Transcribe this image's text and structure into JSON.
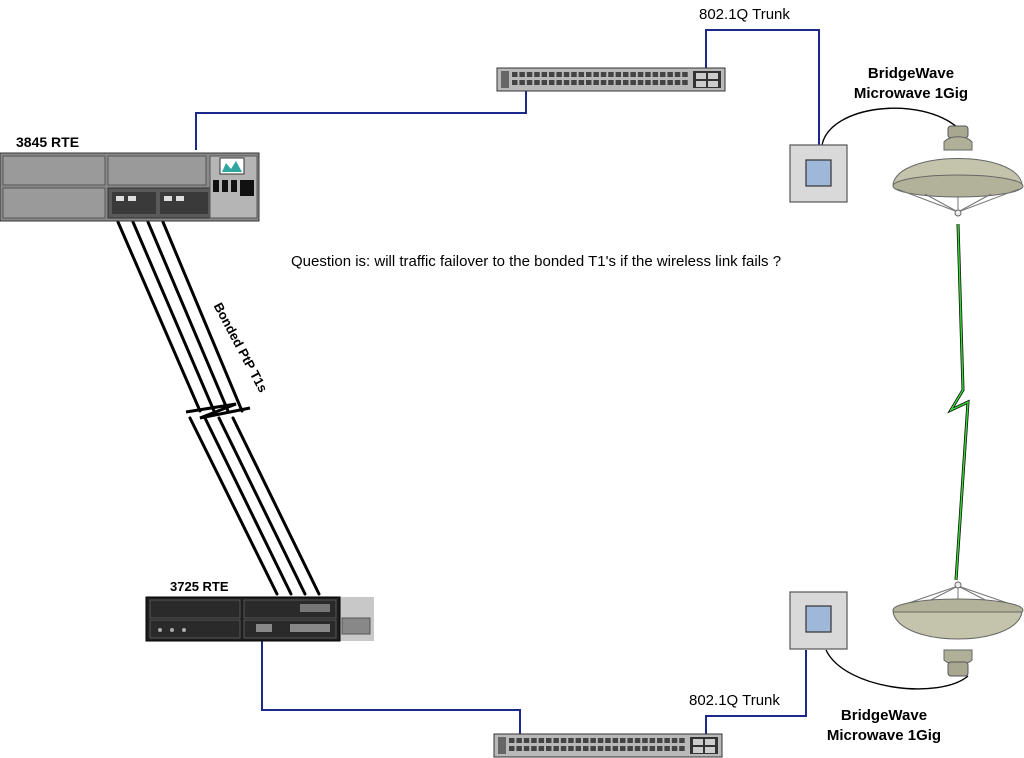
{
  "labels": {
    "trunk_top": "802.1Q Trunk",
    "trunk_bottom": "802.1Q Trunk",
    "bridgewave_top_line1": "BridgeWave",
    "bridgewave_top_line2": "Microwave 1Gig",
    "bridgewave_bottom_line1": "BridgeWave",
    "bridgewave_bottom_line2": "Microwave 1Gig",
    "router_top": "3845 RTE",
    "router_bottom": "3725 RTE",
    "bonded": "Bonded PtP T1s",
    "question": "Question is: will traffic failover to the bonded T1's if the wireless link fails ?"
  },
  "colors": {
    "trunk_line": "#1b2a8a",
    "wireless_link": "#33dd33",
    "dish": "#c4c4ac",
    "router_gray": "#8a8a8a",
    "router_dark": "#2a2a2a",
    "switch_body": "#b9b9b9",
    "odu_border": "#555555",
    "odu_window": "#9fb7d8"
  },
  "icons": [
    "switch-top",
    "switch-bottom",
    "router-3845",
    "router-3725",
    "odu-top",
    "odu-bottom",
    "dish-top",
    "dish-bottom"
  ]
}
